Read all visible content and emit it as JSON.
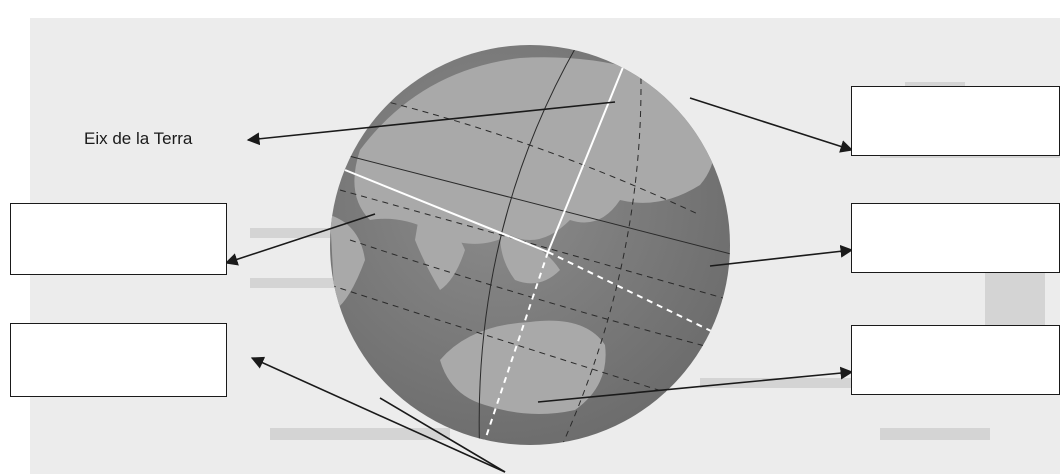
{
  "diagram": {
    "axis_label": "Eix de la Terra",
    "colors": {
      "page_background": "#ffffff",
      "scan_background": "#e9e9e9",
      "globe_ocean": "#7d7d7d",
      "globe_land": "#a6a6a6",
      "arrow": "#1a1a1a",
      "axis_line": "#ffffff"
    },
    "answer_boxes": [
      {
        "id": "top-right",
        "value": ""
      },
      {
        "id": "middle-right",
        "value": ""
      },
      {
        "id": "bottom-right",
        "value": ""
      },
      {
        "id": "top-left",
        "value": ""
      },
      {
        "id": "bottom-left",
        "value": ""
      }
    ]
  }
}
